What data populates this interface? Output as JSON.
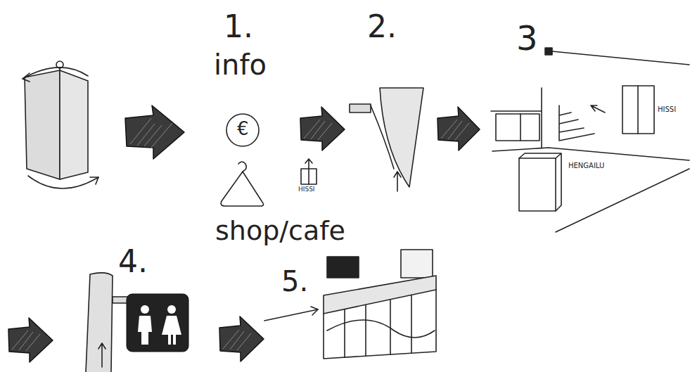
{
  "diagram": {
    "labels": [
      "1.",
      "info",
      "€",
      "HISSI",
      "2.",
      "3",
      "HISSI",
      "HENGAILU",
      "shop/cafe",
      "4.",
      "5."
    ]
  }
}
